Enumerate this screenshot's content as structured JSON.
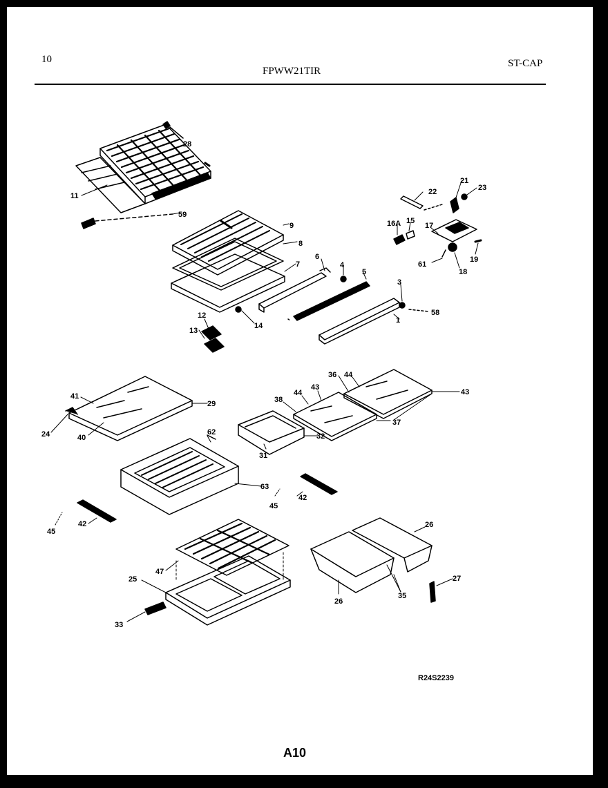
{
  "header": {
    "page_number": "10",
    "model": "FPWW21TIR",
    "code": "ST-CAP"
  },
  "diagram": {
    "reference_code": "R24S2239",
    "page_label": "A10",
    "callouts": {
      "c28": "28",
      "c11": "11",
      "c59": "59",
      "c9": "9",
      "c8": "8",
      "c7": "7",
      "c6": "6",
      "c4": "4",
      "c5": "5",
      "c3": "3",
      "c1": "1",
      "c58": "58",
      "c14": "14",
      "c12": "12",
      "c13": "13",
      "c22": "22",
      "c21": "21",
      "c23": "23",
      "c16A": "16A",
      "c15": "15",
      "c17": "17",
      "c19": "19",
      "c61": "61",
      "c18": "18",
      "c41": "41",
      "c29": "29",
      "c24": "24",
      "c40": "40",
      "c36a": "36",
      "c44a": "44",
      "c43a": "43",
      "c38": "38",
      "c44b": "44",
      "c43b": "43",
      "c37": "37",
      "c32": "32",
      "c31": "31",
      "c62": "62",
      "c63": "63",
      "c45a": "45",
      "c42a": "42",
      "c45b": "45",
      "c42b": "42",
      "c47": "47",
      "c25": "25",
      "c33": "33",
      "c26a": "26",
      "c26b": "26",
      "c35": "35",
      "c27": "27"
    }
  }
}
